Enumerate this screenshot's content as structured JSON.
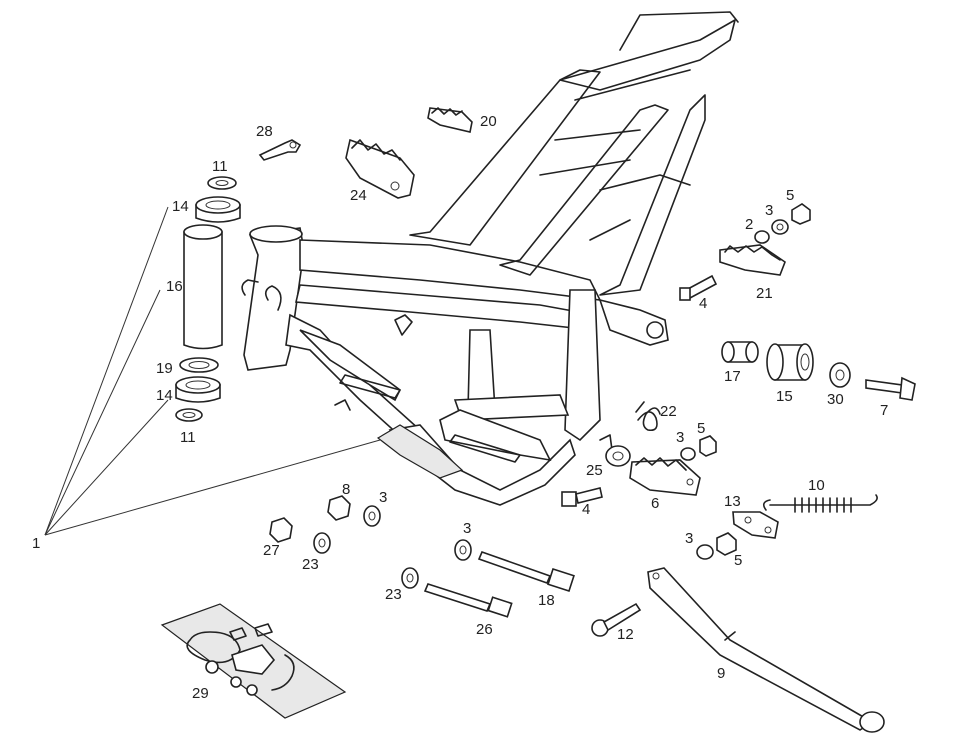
{
  "labels": {
    "l1": "1",
    "l2": "2",
    "l3a": "3",
    "l3b": "3",
    "l3c": "3",
    "l3d": "3",
    "l3e": "3",
    "l4a": "4",
    "l4b": "4",
    "l5a": "5",
    "l5b": "5",
    "l5c": "5",
    "l6": "6",
    "l7": "7",
    "l8": "8",
    "l9": "9",
    "l10": "10",
    "l11a": "11",
    "l11b": "11",
    "l12": "12",
    "l13": "13",
    "l14a": "14",
    "l14b": "14",
    "l15": "15",
    "l16": "16",
    "l17": "17",
    "l18": "18",
    "l19": "19",
    "l20": "20",
    "l21": "21",
    "l22": "22",
    "l23a": "23",
    "l23b": "23",
    "l24": "24",
    "l25": "25",
    "l26": "26",
    "l27": "27",
    "l28": "28",
    "l29": "29",
    "l30": "30"
  },
  "colors": {
    "ink": "#222222",
    "background": "#ffffff",
    "shade": "#e8e8e8"
  }
}
